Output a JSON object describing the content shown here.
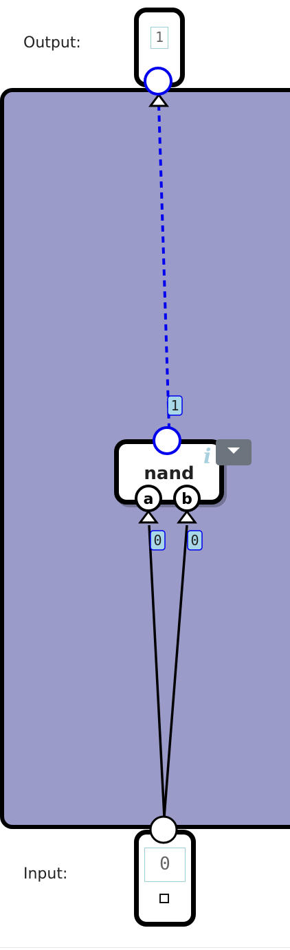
{
  "output": {
    "label": "Output:",
    "value": "1"
  },
  "input": {
    "label": "Input:",
    "value": "0"
  },
  "gate": {
    "name": "nand",
    "info_icon": "i"
  },
  "pins": {
    "a": "a",
    "b": "b"
  },
  "wire_values": {
    "output_wire": "1",
    "a_wire": "0",
    "b_wire": "0"
  },
  "colors": {
    "canvas": "#9a9bc9",
    "active_wire": "#0000ee",
    "value_badge": "#a8d8e8",
    "menu_button": "#6c757d"
  }
}
